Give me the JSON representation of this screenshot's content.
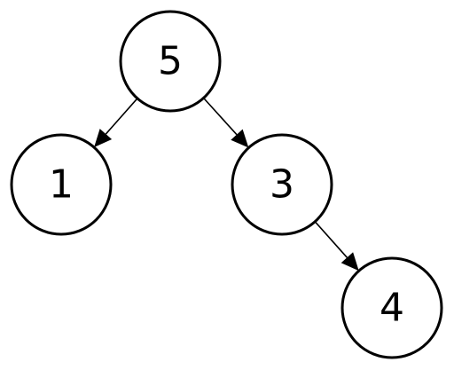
{
  "diagram": {
    "type": "binary-tree",
    "colors": {
      "stroke": "#000000",
      "fill": "#ffffff",
      "text": "#000000"
    },
    "nodes": [
      {
        "id": "n5",
        "label": "5"
      },
      {
        "id": "n1",
        "label": "1"
      },
      {
        "id": "n3",
        "label": "3"
      },
      {
        "id": "n4",
        "label": "4"
      }
    ],
    "edges": [
      {
        "from": "n5",
        "to": "n1",
        "directed": true
      },
      {
        "from": "n5",
        "to": "n3",
        "directed": true
      },
      {
        "from": "n3",
        "to": "n4",
        "directed": true
      }
    ]
  }
}
